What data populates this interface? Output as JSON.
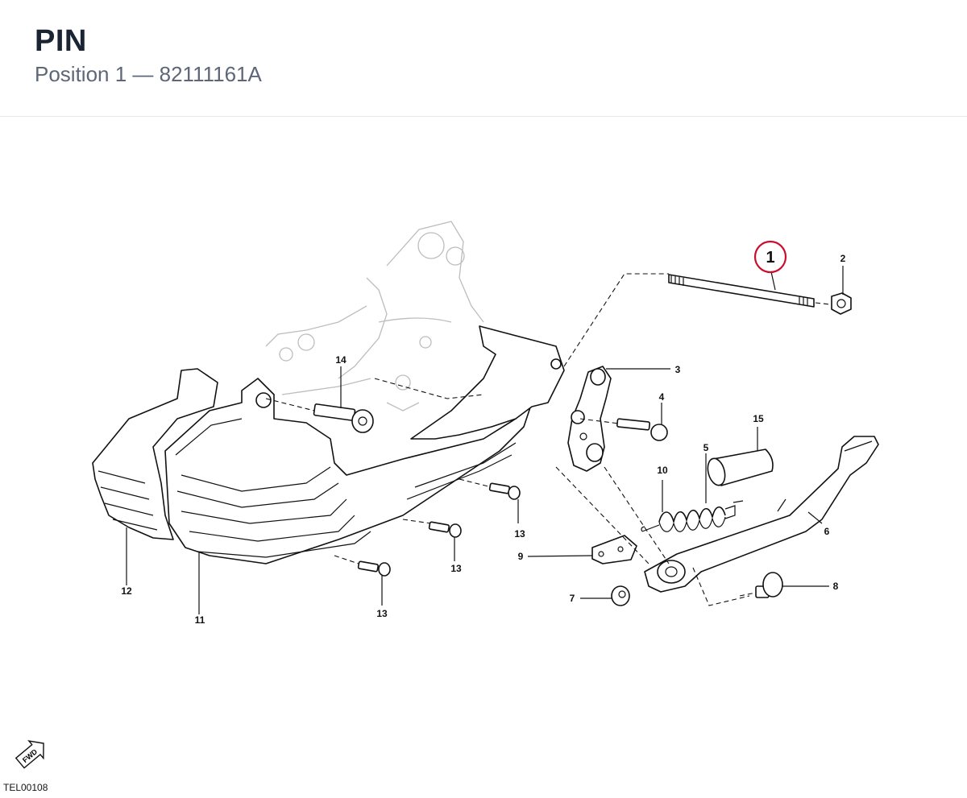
{
  "header": {
    "title": "PIN",
    "subtitle": "Position 1 — 82111161A"
  },
  "diagram": {
    "figure_code": "TEL00108",
    "fwd_label": "FWD",
    "selected": "1",
    "highlight_color": "#c8102e",
    "callouts": {
      "c1": "1",
      "c2": "2",
      "c3": "3",
      "c4": "4",
      "c5": "5",
      "c6": "6",
      "c7": "7",
      "c8": "8",
      "c9": "9",
      "c10": "10",
      "c11": "11",
      "c12": "12",
      "c13a": "13",
      "c13b": "13",
      "c13c": "13",
      "c14": "14",
      "c15": "15"
    }
  }
}
